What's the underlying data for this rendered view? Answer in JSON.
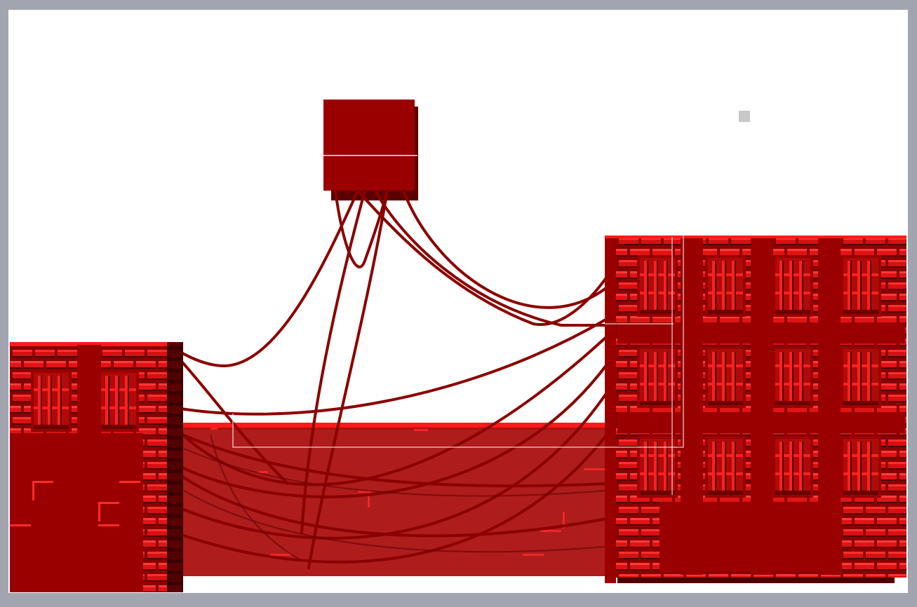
{
  "window": {
    "frame_color": "#a2a5b0",
    "viewport_color": "#ffffff"
  },
  "scene": {
    "palette": {
      "brick_front": "#9a0000",
      "brick_top": "#ff2a2a",
      "brick_shadow": "#4d0000",
      "mortar": "#7a0000",
      "cable": "#8a0000",
      "wall": "#aa1010",
      "wall_top": "#ff1a1a",
      "box": "#9a0000",
      "box_shadow": "#5a0000",
      "outline": "#ffffff",
      "marker": "#c8c8c8"
    },
    "objects": [
      {
        "name": "left-building",
        "kind": "brick-building"
      },
      {
        "name": "right-building",
        "kind": "brick-building"
      },
      {
        "name": "center-wall",
        "kind": "translucent-wall"
      },
      {
        "name": "hanging-block",
        "kind": "solid-block"
      },
      {
        "name": "cable-bundle",
        "kind": "cables"
      },
      {
        "name": "selection-outline",
        "kind": "outline"
      },
      {
        "name": "distant-marker",
        "kind": "marker"
      }
    ]
  }
}
